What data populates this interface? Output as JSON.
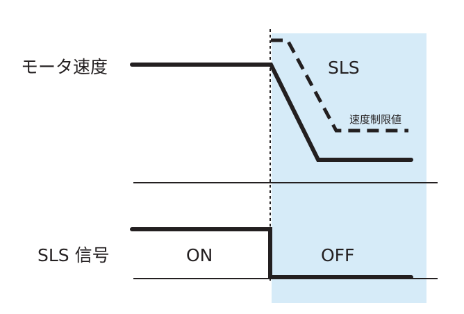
{
  "labels": {
    "motor_speed": "モータ速度",
    "sls_region": "SLS",
    "speed_limit": "速度制限値",
    "sls_signal": "SLS 信号",
    "signal_on": "ON",
    "signal_off": "OFF"
  },
  "colors": {
    "sls_region_fill": "#d6ebf8",
    "line": "#231f20"
  }
}
